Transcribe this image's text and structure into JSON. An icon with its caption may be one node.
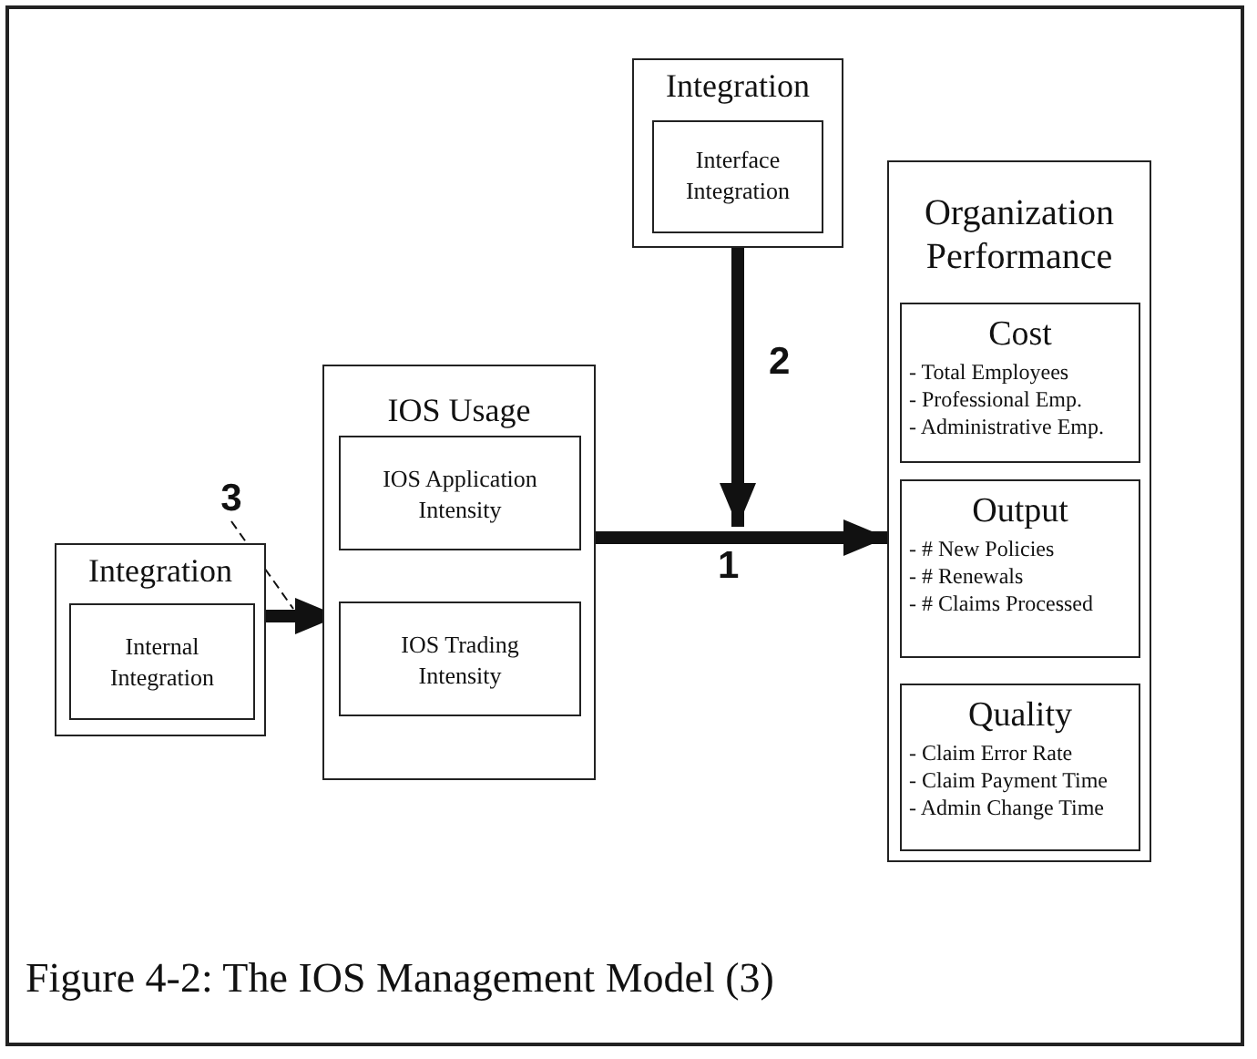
{
  "diagram": {
    "caption": "Figure 4-2: The IOS Management Model (3)",
    "nodes": [
      {
        "text": [
          "Integration"
        ]
      },
      {
        "text": [
          "Internal Integration"
        ],
        "in": 0
      },
      {
        "text": [
          "IOS Usage"
        ]
      },
      {
        "text": [
          "IOS Application Intensity"
        ],
        "in": 2
      },
      {
        "text": [
          "IOS Trading Intensity"
        ],
        "in": 2
      },
      {
        "text": [
          "Integration"
        ]
      },
      {
        "text": [
          "Interface Integration"
        ],
        "in": 5
      },
      {
        "text": [
          "Organization Performance"
        ]
      },
      {
        "text": [
          "Cost",
          "- Total Employees",
          "- Professional Emp.",
          "- Administrative Emp."
        ],
        "in": 7
      },
      {
        "text": [
          "Output",
          "- # New Policies",
          "- # Renewals",
          "- # Claims Processed"
        ],
        "in": 7
      },
      {
        "text": [
          "Quality",
          "- Claim Error Rate",
          "- Claim Payment Time",
          "- Admin Change Time"
        ],
        "in": 7
      },
      {
        "text": [
          "3"
        ]
      }
    ],
    "edges": [
      {
        "from": 1,
        "to": 4,
        "arrow": "to"
      },
      {
        "from": 2,
        "to": 7,
        "arrow": "to",
        "label": "1"
      },
      {
        "from": 5,
        "to": null,
        "arrow": "to",
        "label": "2"
      },
      {
        "from": 11,
        "to": null,
        "arrow": "none",
        "style": "dashed"
      }
    ]
  }
}
